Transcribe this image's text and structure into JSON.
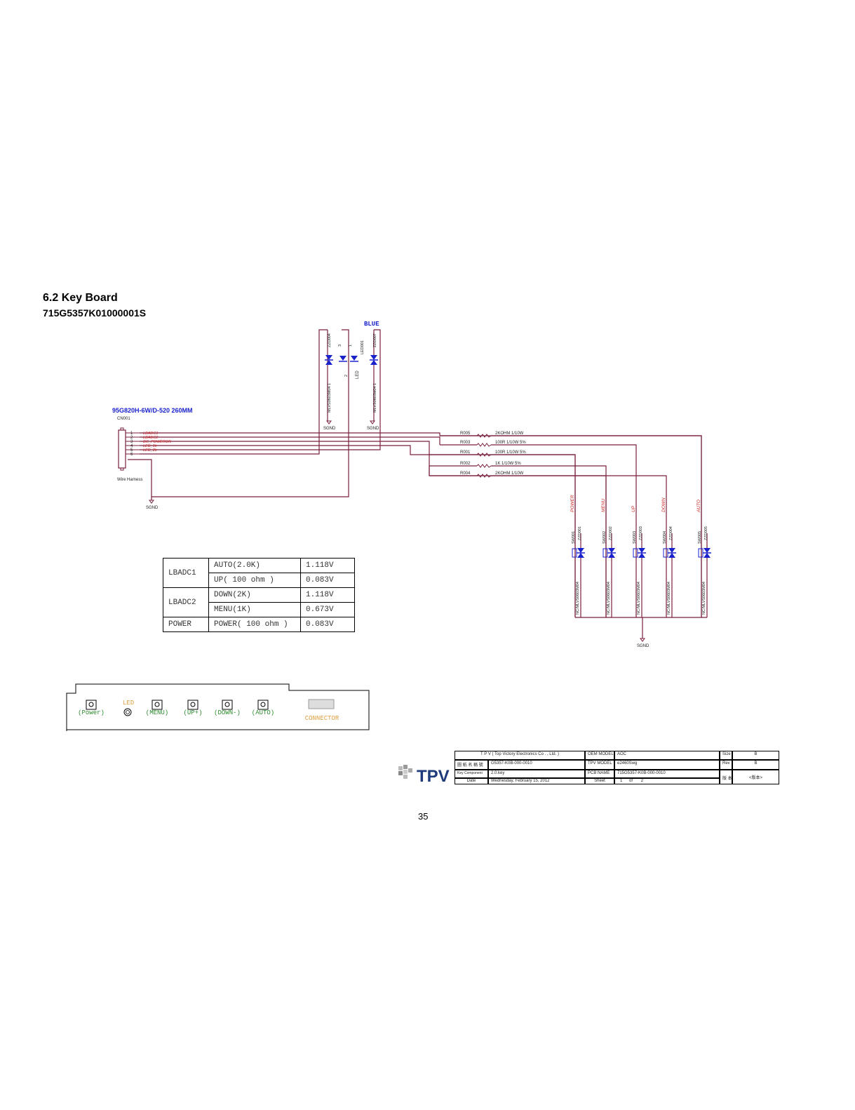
{
  "header": {
    "title": "6.2 Key Board",
    "part_number": "715G5357K01000001S"
  },
  "schematic": {
    "cable_label": "95G820H-6W/D-520   260MM",
    "connector_ref": "CN001",
    "harness_label": "Wire Harness",
    "pins": [
      "1",
      "2",
      "3",
      "4",
      "5",
      "6"
    ],
    "nets": [
      "LBADC1",
      "LBADC2",
      "DC_POWERON",
      "LED_1k",
      "LED_2k"
    ],
    "ground": "SGND",
    "led_color": "BLUE",
    "led": {
      "ref": "LED001",
      "label": "LED",
      "pins": [
        "3",
        "1",
        "2"
      ]
    },
    "zd_top": [
      {
        "ref": "ZZD004",
        "part": "MLVS0603M04",
        "pin": "1"
      },
      {
        "ref": "ZZD007",
        "part": "MLVS0603M04",
        "pin": "1"
      }
    ],
    "resistors": [
      {
        "ref": "R005",
        "value": "2KOHM 1/10W"
      },
      {
        "ref": "R003",
        "value": "100R 1/10W 5%"
      },
      {
        "ref": "R001",
        "value": "100R 1/10W 5%"
      },
      {
        "ref": "R002",
        "value": "1K 1/10W 5%"
      },
      {
        "ref": "R004",
        "value": "2KOHM 1/10W"
      }
    ],
    "keys": [
      {
        "name": "POWER",
        "sw": "SW001",
        "zd": "ZZD001",
        "part": "NC/MLVS0603M04"
      },
      {
        "name": "MENU",
        "sw": "SW002",
        "zd": "ZZD002",
        "part": "NC/MLVS0603M04"
      },
      {
        "name": "UP",
        "sw": "SW003",
        "zd": "ZZD003",
        "part": "NC/MLVS0603M04"
      },
      {
        "name": "DOWN",
        "sw": "SW004",
        "zd": "ZZD004",
        "part": "NC/MLVS0603M04"
      },
      {
        "name": "AUTO",
        "sw": "SW005",
        "zd": "ZZD005",
        "part": "NC/MLVS0603M04"
      }
    ],
    "colors": {
      "wire": "#7a1f3d",
      "part": "#1a22cc",
      "net_label": "#cc2222",
      "key_label": "#cc2222"
    }
  },
  "voltage_table": [
    {
      "group": "LBADC1",
      "rows": [
        {
          "key": "AUTO(2.0K)",
          "volt": "1.118V"
        },
        {
          "key": "UP( 100 ohm )",
          "volt": "0.083V"
        }
      ]
    },
    {
      "group": "LBADC2",
      "rows": [
        {
          "key": "DOWN(2K)",
          "volt": "1.118V"
        },
        {
          "key": "MENU(1K)",
          "volt": "0.673V"
        }
      ]
    },
    {
      "group": "POWER",
      "rows": [
        {
          "key": "POWER( 100 ohm )",
          "volt": "0.083V"
        }
      ]
    }
  ],
  "board": {
    "buttons": [
      "(Power)",
      "(MENU)",
      "(UP+)",
      "(DOWN-)",
      "(AUTO)"
    ],
    "led_label": "LED",
    "connector_label": "CONNECTOR",
    "colors": {
      "buttons": "#2e8b2e",
      "led": "#e0a040",
      "connector": "#e0a040"
    }
  },
  "title_block": {
    "company": "T P V  ( Top    Victory    Electronics    Co . ,   Ltd. )",
    "logo_text": "TPV",
    "row2_label": "圖 紙 名 稱 號",
    "drawing_no": "G5357-K0B-000-0010",
    "row3_label": "Key Component",
    "key_file": "2.0.key",
    "date_label": "Date",
    "date": "Wednesday,  February  15,  2012",
    "oem_model_label": "OEM MODEL",
    "oem_model": "AOC",
    "tpv_model_label": "TPV MODEL",
    "tpv_model": "e2460Swg",
    "pcb_name_label": "PCB NAME",
    "pcb_name": "715G5357-K0B-000-0010",
    "sheet_label": "Sheet",
    "sheet": "1",
    "of_label": "of",
    "sheet_total": "2",
    "size_label": "Size",
    "size": "B",
    "rev_label": "Rev",
    "rev": "B",
    "note_label": "版 本",
    "note": "<版本>"
  },
  "page_number": "35"
}
